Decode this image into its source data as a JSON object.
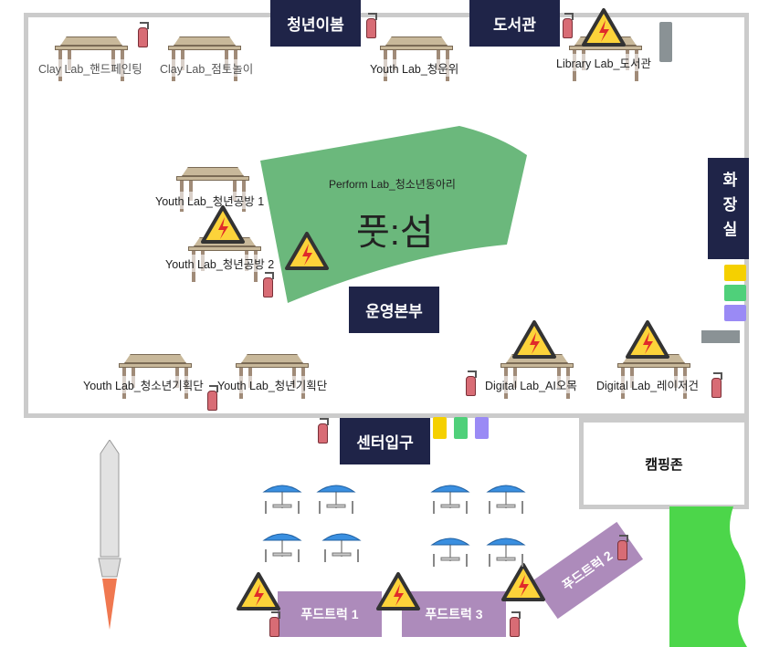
{
  "rooms": {
    "youth_room": "청년이봄",
    "library": "도서관",
    "restroom": "화장실",
    "hq": "운영본부",
    "entrance": "센터입구",
    "camping": "캠핑존"
  },
  "stage": {
    "name": "Perform Lab_청소년동아리",
    "title": "풋:섬",
    "color": "#6bb87c"
  },
  "booths": [
    "Clay Lab_핸드페인팅",
    "Clay Lab_점토놀이",
    "Youth Lab_청운위",
    "Library Lab_도서관",
    "Youth Lab_청년공방 1",
    "Youth Lab_청년공방 2",
    "Youth Lab_청소년기획단",
    "Youth Lab_청년기획단",
    "Digital Lab_AI오목",
    "Digital Lab_레이저건"
  ],
  "food_trucks": [
    "푸드트럭 1",
    "푸드트럭 3",
    "푸드트럭 2"
  ],
  "colors": {
    "navy": "#1f2448",
    "truck": "#ad8bbb",
    "wall": "#cbcbcb",
    "bins": [
      "#f5d000",
      "#4fd07a",
      "#9a8af5"
    ]
  },
  "icons": [
    "fire-extinguisher-icon",
    "electric-hazard-icon",
    "kiosk-icon",
    "recycling-bin-icon",
    "parasol-table-icon",
    "rocket-icon"
  ]
}
